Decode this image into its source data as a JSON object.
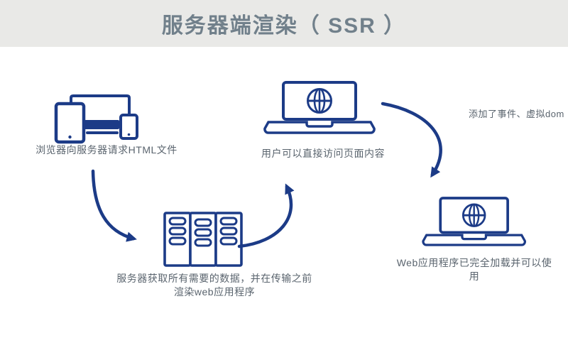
{
  "title_bar": {
    "title": "服务器端渲染（ SSR ）"
  },
  "diagram": {
    "step_browser": {
      "caption": "浏览器向服务器请求HTML文件"
    },
    "step_server": {
      "caption_line1": "服务器获取所有需要的数据，并在传输之前",
      "caption_line2": "渲染web应用程序"
    },
    "step_user_view": {
      "caption": "用户可以直接访问页面内容"
    },
    "step_app_ready": {
      "caption": "Web应用程序已完全加载并可以使用"
    },
    "annotation": {
      "text": "添加了事件、虚拟dom"
    }
  },
  "colors": {
    "accent": "#1c3b87",
    "header_bg": "#e9e9e7",
    "title_text": "#71808b",
    "caption_text": "#5a646e"
  }
}
